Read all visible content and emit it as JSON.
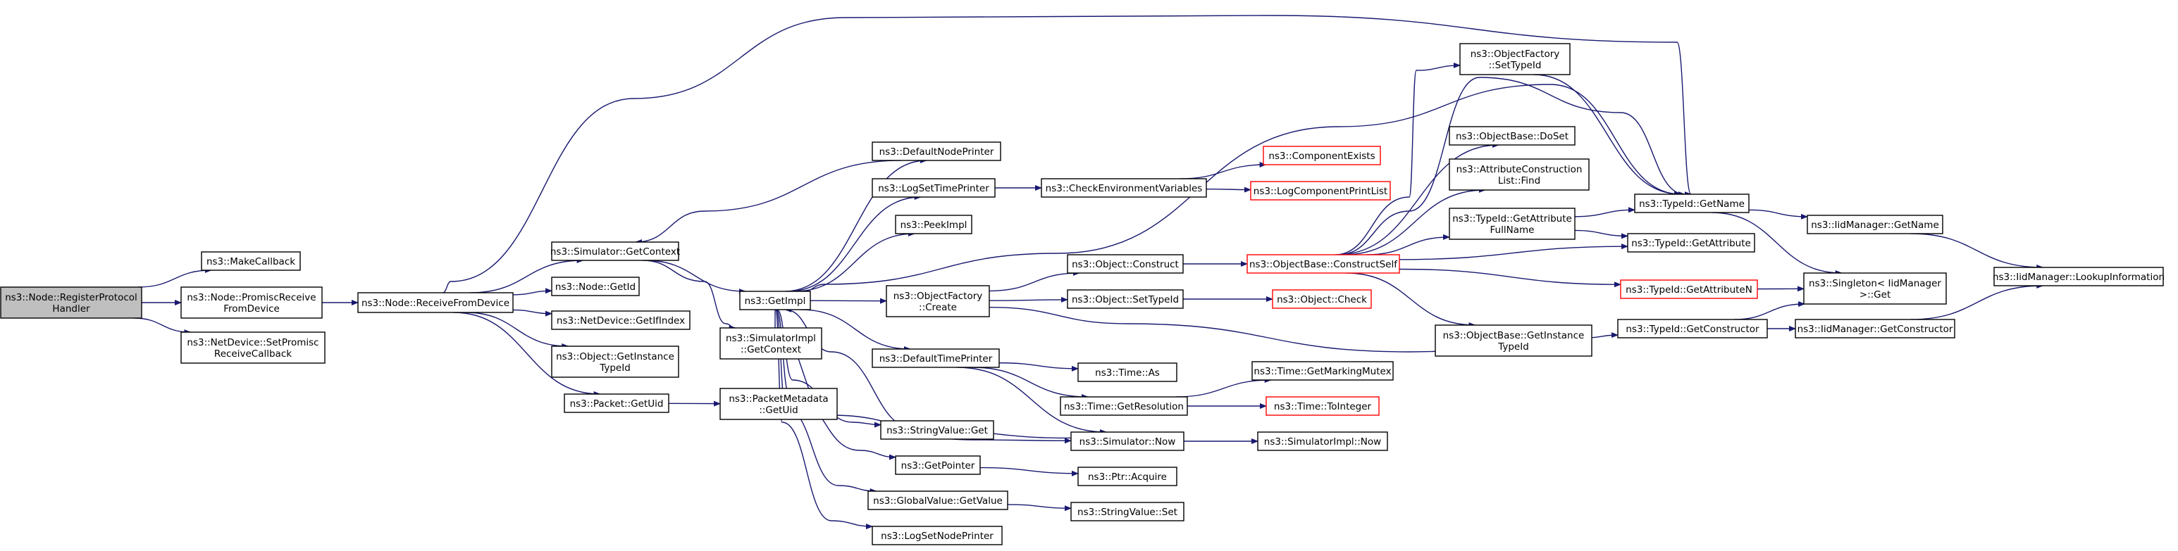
{
  "colors": {
    "edge": "#191970",
    "normal_border": "#000000",
    "truncated_border": "#ff0000",
    "root_fill": "#bfbfbf",
    "node_fill": "#ffffff"
  },
  "nodes": [
    {
      "id": "root",
      "lines": [
        "ns3::Node::RegisterProtocol",
        "Handler"
      ],
      "kind": "root"
    },
    {
      "id": "makecallback",
      "lines": [
        "ns3::MakeCallback"
      ],
      "kind": "normal"
    },
    {
      "id": "promiscrecv",
      "lines": [
        "ns3::Node::PromiscReceive",
        "FromDevice"
      ],
      "kind": "normal"
    },
    {
      "id": "setpromisc",
      "lines": [
        "ns3::NetDevice::SetPromisc",
        "ReceiveCallback"
      ],
      "kind": "normal"
    },
    {
      "id": "recvfromdev",
      "lines": [
        "ns3::Node::ReceiveFromDevice"
      ],
      "kind": "normal"
    },
    {
      "id": "getcontext",
      "lines": [
        "ns3::Simulator::GetContext"
      ],
      "kind": "normal"
    },
    {
      "id": "nodegetid",
      "lines": [
        "ns3::Node::GetId"
      ],
      "kind": "normal"
    },
    {
      "id": "getifindex",
      "lines": [
        "ns3::NetDevice::GetIfIndex"
      ],
      "kind": "normal"
    },
    {
      "id": "getinstancetypeid1",
      "lines": [
        "ns3::Object::GetInstance",
        "TypeId"
      ],
      "kind": "normal"
    },
    {
      "id": "packetgetuid",
      "lines": [
        "ns3::Packet::GetUid"
      ],
      "kind": "normal"
    },
    {
      "id": "pmgetuid",
      "lines": [
        "ns3::PacketMetadata",
        "::GetUid"
      ],
      "kind": "normal"
    },
    {
      "id": "simimplgetcontext",
      "lines": [
        "ns3::SimulatorImpl",
        "::GetContext"
      ],
      "kind": "normal"
    },
    {
      "id": "getimpl",
      "lines": [
        "ns3::GetImpl"
      ],
      "kind": "normal"
    },
    {
      "id": "defnodeprinter",
      "lines": [
        "ns3::DefaultNodePrinter"
      ],
      "kind": "normal"
    },
    {
      "id": "logsettimeprinter",
      "lines": [
        "ns3::LogSetTimePrinter"
      ],
      "kind": "normal"
    },
    {
      "id": "peekimpl",
      "lines": [
        "ns3::PeekImpl"
      ],
      "kind": "normal"
    },
    {
      "id": "objfactorycreate",
      "lines": [
        "ns3::ObjectFactory",
        "::Create"
      ],
      "kind": "normal"
    },
    {
      "id": "deftimeprinter",
      "lines": [
        "ns3::DefaultTimePrinter"
      ],
      "kind": "normal"
    },
    {
      "id": "stringvalueget",
      "lines": [
        "ns3::StringValue::Get"
      ],
      "kind": "normal"
    },
    {
      "id": "getpointer",
      "lines": [
        "ns3::GetPointer"
      ],
      "kind": "normal"
    },
    {
      "id": "globalvaluegetvalue",
      "lines": [
        "ns3::GlobalValue::GetValue"
      ],
      "kind": "normal"
    },
    {
      "id": "logsetnodeprinter",
      "lines": [
        "ns3::LogSetNodePrinter"
      ],
      "kind": "normal"
    },
    {
      "id": "checkenvvars",
      "lines": [
        "ns3::CheckEnvironmentVariables"
      ],
      "kind": "normal"
    },
    {
      "id": "objconstruct",
      "lines": [
        "ns3::Object::Construct"
      ],
      "kind": "normal"
    },
    {
      "id": "objsettypeid",
      "lines": [
        "ns3::Object::SetTypeId"
      ],
      "kind": "normal"
    },
    {
      "id": "timeas",
      "lines": [
        "ns3::Time::As"
      ],
      "kind": "normal"
    },
    {
      "id": "timegetresolution",
      "lines": [
        "ns3::Time::GetResolution"
      ],
      "kind": "normal"
    },
    {
      "id": "simnow",
      "lines": [
        "ns3::Simulator::Now"
      ],
      "kind": "normal"
    },
    {
      "id": "ptracquire",
      "lines": [
        "ns3::Ptr::Acquire"
      ],
      "kind": "normal"
    },
    {
      "id": "stringvalueset",
      "lines": [
        "ns3::StringValue::Set"
      ],
      "kind": "normal"
    },
    {
      "id": "componentexists",
      "lines": [
        "ns3::ComponentExists"
      ],
      "kind": "truncated"
    },
    {
      "id": "logcompprintlist",
      "lines": [
        "ns3::LogComponentPrintList"
      ],
      "kind": "truncated"
    },
    {
      "id": "constructself",
      "lines": [
        "ns3::ObjectBase::ConstructSelf"
      ],
      "kind": "truncated"
    },
    {
      "id": "objcheck",
      "lines": [
        "ns3::Object::Check"
      ],
      "kind": "truncated"
    },
    {
      "id": "getmarkingmutex",
      "lines": [
        "ns3::Time::GetMarkingMutex"
      ],
      "kind": "normal"
    },
    {
      "id": "timetointeger",
      "lines": [
        "ns3::Time::ToInteger"
      ],
      "kind": "truncated"
    },
    {
      "id": "simimplnow",
      "lines": [
        "ns3::SimulatorImpl::Now"
      ],
      "kind": "normal"
    },
    {
      "id": "objfactorysettypeid",
      "lines": [
        "ns3::ObjectFactory",
        "::SetTypeId"
      ],
      "kind": "normal"
    },
    {
      "id": "objbasedoset",
      "lines": [
        "ns3::ObjectBase::DoSet"
      ],
      "kind": "normal"
    },
    {
      "id": "attrconstrlistfind",
      "lines": [
        "ns3::AttributeConstruction",
        "List::Find"
      ],
      "kind": "normal"
    },
    {
      "id": "typeidgetattrfullname",
      "lines": [
        "ns3::TypeId::GetAttribute",
        "FullName"
      ],
      "kind": "normal"
    },
    {
      "id": "typeidgetattributen",
      "lines": [
        "ns3::TypeId::GetAttributeN"
      ],
      "kind": "truncated"
    },
    {
      "id": "objbasegetinstancetypeid",
      "lines": [
        "ns3::ObjectBase::GetInstance",
        "TypeId"
      ],
      "kind": "normal"
    },
    {
      "id": "typeidgetname",
      "lines": [
        "ns3::TypeId::GetName"
      ],
      "kind": "normal"
    },
    {
      "id": "typeidgetattribute",
      "lines": [
        "ns3::TypeId::GetAttribute"
      ],
      "kind": "normal"
    },
    {
      "id": "typeidgetconstructor",
      "lines": [
        "ns3::TypeId::GetConstructor"
      ],
      "kind": "normal"
    },
    {
      "id": "iidgetname",
      "lines": [
        "ns3::IidManager::GetName"
      ],
      "kind": "normal"
    },
    {
      "id": "singletonget",
      "lines": [
        "ns3::Singleton< IidManager",
        " >::Get"
      ],
      "kind": "normal"
    },
    {
      "id": "iidgetconstructor",
      "lines": [
        "ns3::IidManager::GetConstructor"
      ],
      "kind": "normal"
    },
    {
      "id": "iidlookupinfo",
      "lines": [
        "ns3::IidManager::LookupInformation"
      ],
      "kind": "normal"
    }
  ],
  "edges": [
    [
      "root",
      "makecallback"
    ],
    [
      "root",
      "promiscrecv"
    ],
    [
      "root",
      "setpromisc"
    ],
    [
      "promiscrecv",
      "recvfromdev"
    ],
    [
      "recvfromdev",
      "getcontext"
    ],
    [
      "recvfromdev",
      "nodegetid"
    ],
    [
      "recvfromdev",
      "getifindex"
    ],
    [
      "recvfromdev",
      "getinstancetypeid1"
    ],
    [
      "recvfromdev",
      "packetgetuid"
    ],
    [
      "recvfromdev",
      "typeidgetname"
    ],
    [
      "packetgetuid",
      "pmgetuid"
    ],
    [
      "getcontext",
      "getimpl"
    ],
    [
      "getcontext",
      "simimplgetcontext"
    ],
    [
      "getimpl",
      "defnodeprinter"
    ],
    [
      "getimpl",
      "logsettimeprinter"
    ],
    [
      "getimpl",
      "peekimpl"
    ],
    [
      "getimpl",
      "objfactorycreate"
    ],
    [
      "getimpl",
      "deftimeprinter"
    ],
    [
      "getimpl",
      "stringvalueget"
    ],
    [
      "getimpl",
      "getpointer"
    ],
    [
      "getimpl",
      "globalvaluegetvalue"
    ],
    [
      "getimpl",
      "logsetnodeprinter"
    ],
    [
      "getimpl",
      "simnow"
    ],
    [
      "getimpl",
      "typeidgetname"
    ],
    [
      "defnodeprinter",
      "getcontext"
    ],
    [
      "logsettimeprinter",
      "checkenvvars"
    ],
    [
      "checkenvvars",
      "componentexists"
    ],
    [
      "checkenvvars",
      "logcompprintlist"
    ],
    [
      "objfactorycreate",
      "objconstruct"
    ],
    [
      "objfactorycreate",
      "objsettypeid"
    ],
    [
      "objfactorycreate",
      "typeidgetconstructor"
    ],
    [
      "objconstruct",
      "constructself"
    ],
    [
      "objsettypeid",
      "objcheck"
    ],
    [
      "constructself",
      "objfactorysettypeid"
    ],
    [
      "constructself",
      "objbasedoset"
    ],
    [
      "constructself",
      "attrconstrlistfind"
    ],
    [
      "constructself",
      "typeidgetattrfullname"
    ],
    [
      "constructself",
      "typeidgetattribute"
    ],
    [
      "constructself",
      "typeidgetattributen"
    ],
    [
      "constructself",
      "objbasegetinstancetypeid"
    ],
    [
      "constructself",
      "typeidgetname"
    ],
    [
      "objfactorysettypeid",
      "typeidgetname"
    ],
    [
      "typeidgetattrfullname",
      "typeidgetname"
    ],
    [
      "typeidgetattrfullname",
      "typeidgetattribute"
    ],
    [
      "typeidgetattributen",
      "singletonget"
    ],
    [
      "typeidgetname",
      "iidgetname"
    ],
    [
      "typeidgetname",
      "singletonget"
    ],
    [
      "iidgetname",
      "iidlookupinfo"
    ],
    [
      "typeidgetconstructor",
      "singletonget"
    ],
    [
      "typeidgetconstructor",
      "iidgetconstructor"
    ],
    [
      "iidgetconstructor",
      "iidlookupinfo"
    ],
    [
      "deftimeprinter",
      "timeas"
    ],
    [
      "deftimeprinter",
      "timegetresolution"
    ],
    [
      "deftimeprinter",
      "simnow"
    ],
    [
      "timegetresolution",
      "getmarkingmutex"
    ],
    [
      "timegetresolution",
      "timetointeger"
    ],
    [
      "simnow",
      "simimplnow"
    ],
    [
      "simnow",
      "getimpl"
    ],
    [
      "getpointer",
      "ptracquire"
    ],
    [
      "globalvaluegetvalue",
      "stringvalueset"
    ]
  ]
}
